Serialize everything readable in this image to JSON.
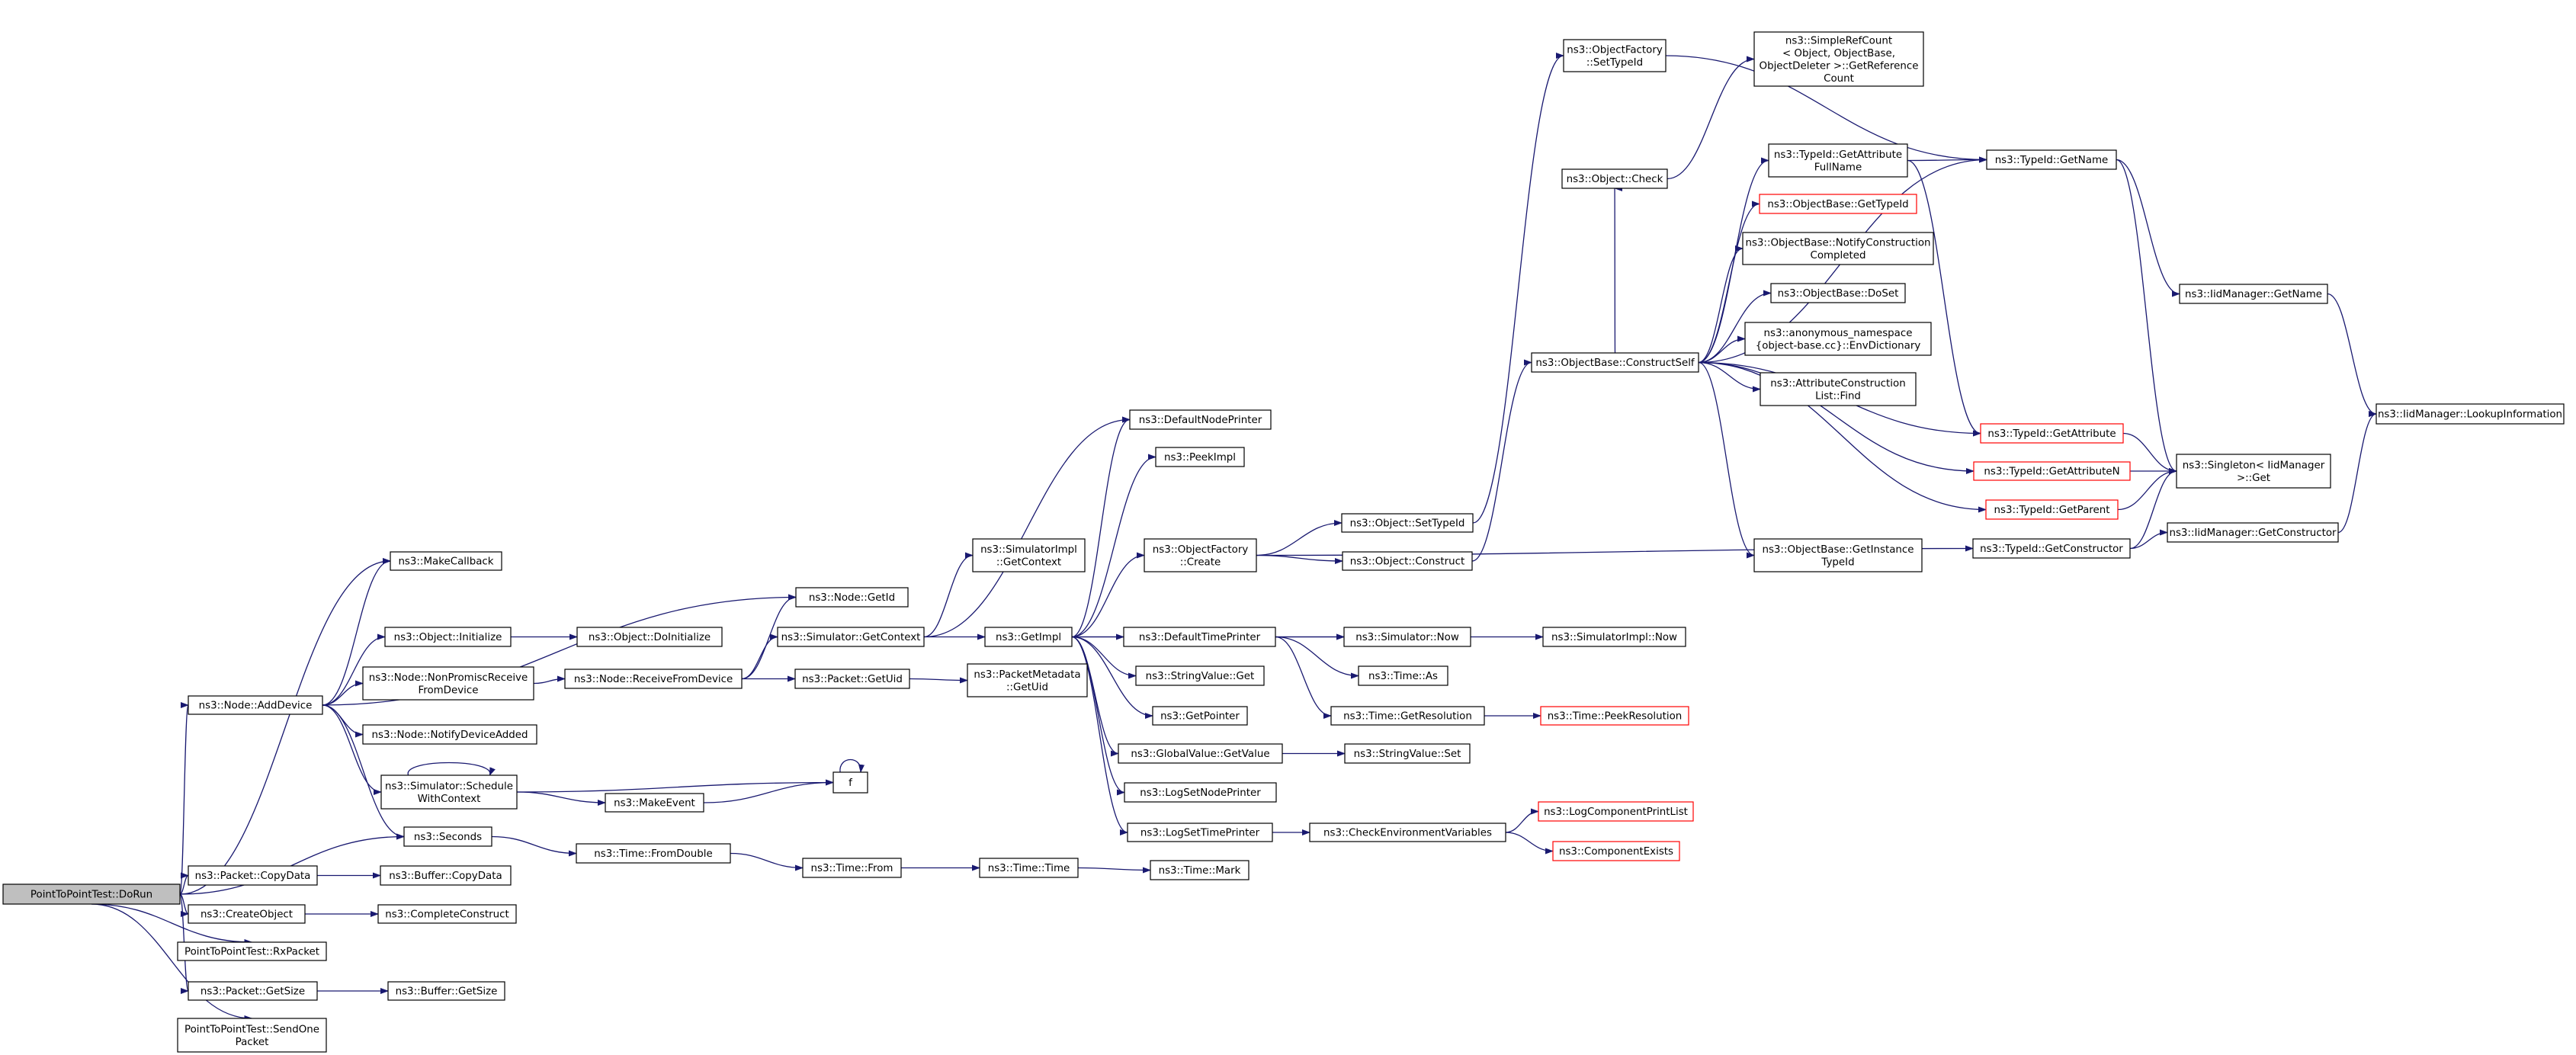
{
  "nodes": [
    {
      "id": "root",
      "lines": [
        "PointToPointTest::DoRun"
      ],
      "style": "root"
    },
    {
      "id": "mc",
      "lines": [
        "ns3::MakeCallback"
      ]
    },
    {
      "id": "ad",
      "lines": [
        "ns3::Node::AddDevice"
      ]
    },
    {
      "id": "sec",
      "lines": [
        "ns3::Seconds"
      ]
    },
    {
      "id": "pcd",
      "lines": [
        "ns3::Packet::CopyData"
      ]
    },
    {
      "id": "co",
      "lines": [
        "ns3::CreateObject"
      ]
    },
    {
      "id": "rx",
      "lines": [
        "PointToPointTest::RxPacket"
      ]
    },
    {
      "id": "pgs",
      "lines": [
        "ns3::Packet::GetSize"
      ]
    },
    {
      "id": "so",
      "lines": [
        "PointToPointTest::SendOne",
        "Packet"
      ]
    },
    {
      "id": "oi",
      "lines": [
        "ns3::Object::Initialize"
      ]
    },
    {
      "id": "nnpr",
      "lines": [
        "ns3::Node::NonPromiscReceive",
        "FromDevice"
      ]
    },
    {
      "id": "nnda",
      "lines": [
        "ns3::Node::NotifyDeviceAdded"
      ]
    },
    {
      "id": "ssc",
      "lines": [
        "ns3::Simulator::Schedule",
        "WithContext"
      ]
    },
    {
      "id": "bcd",
      "lines": [
        "ns3::Buffer::CopyData"
      ]
    },
    {
      "id": "cc",
      "lines": [
        "ns3::CompleteConstruct"
      ]
    },
    {
      "id": "bgs",
      "lines": [
        "ns3::Buffer::GetSize"
      ]
    },
    {
      "id": "ngid",
      "lines": [
        "ns3::Node::GetId"
      ]
    },
    {
      "id": "odi",
      "lines": [
        "ns3::Object::DoInitialize"
      ]
    },
    {
      "id": "nrfd",
      "lines": [
        "ns3::Node::ReceiveFromDevice"
      ]
    },
    {
      "id": "sgc",
      "lines": [
        "ns3::Simulator::GetContext"
      ]
    },
    {
      "id": "pgu",
      "lines": [
        "ns3::Packet::GetUid"
      ]
    },
    {
      "id": "me",
      "lines": [
        "ns3::MakeEvent"
      ]
    },
    {
      "id": "f",
      "lines": [
        "f"
      ]
    },
    {
      "id": "tfd",
      "lines": [
        "ns3::Time::FromDouble"
      ]
    },
    {
      "id": "tf",
      "lines": [
        "ns3::Time::From"
      ]
    },
    {
      "id": "tt",
      "lines": [
        "ns3::Time::Time"
      ]
    },
    {
      "id": "tm",
      "lines": [
        "ns3::Time::Mark"
      ]
    },
    {
      "id": "sigc",
      "lines": [
        "ns3::SimulatorImpl",
        "::GetContext"
      ]
    },
    {
      "id": "pmgu",
      "lines": [
        "ns3::PacketMetadata",
        "::GetUid"
      ]
    },
    {
      "id": "gi",
      "lines": [
        "ns3::GetImpl"
      ]
    },
    {
      "id": "dnp",
      "lines": [
        "ns3::DefaultNodePrinter"
      ]
    },
    {
      "id": "pi",
      "lines": [
        "ns3::PeekImpl"
      ]
    },
    {
      "id": "ofc",
      "lines": [
        "ns3::ObjectFactory",
        "::Create"
      ]
    },
    {
      "id": "dtp",
      "lines": [
        "ns3::DefaultTimePrinter"
      ]
    },
    {
      "id": "svg",
      "lines": [
        "ns3::StringValue::Get"
      ]
    },
    {
      "id": "gp",
      "lines": [
        "ns3::GetPointer"
      ]
    },
    {
      "id": "gvgv",
      "lines": [
        "ns3::GlobalValue::GetValue"
      ]
    },
    {
      "id": "lsnp",
      "lines": [
        "ns3::LogSetNodePrinter"
      ]
    },
    {
      "id": "lstp",
      "lines": [
        "ns3::LogSetTimePrinter"
      ]
    },
    {
      "id": "ost",
      "lines": [
        "ns3::Object::SetTypeId"
      ]
    },
    {
      "id": "oc",
      "lines": [
        "ns3::Object::Construct"
      ]
    },
    {
      "id": "snow",
      "lines": [
        "ns3::Simulator::Now"
      ]
    },
    {
      "id": "tas",
      "lines": [
        "ns3::Time::As"
      ]
    },
    {
      "id": "tgr",
      "lines": [
        "ns3::Time::GetResolution"
      ]
    },
    {
      "id": "svs",
      "lines": [
        "ns3::StringValue::Set"
      ]
    },
    {
      "id": "cev",
      "lines": [
        "ns3::CheckEnvironmentVariables"
      ]
    },
    {
      "id": "ofst",
      "lines": [
        "ns3::ObjectFactory",
        "::SetTypeId"
      ]
    },
    {
      "id": "och",
      "lines": [
        "ns3::Object::Check"
      ]
    },
    {
      "id": "obcs",
      "lines": [
        "ns3::ObjectBase::ConstructSelf"
      ]
    },
    {
      "id": "sinow",
      "lines": [
        "ns3::SimulatorImpl::Now"
      ]
    },
    {
      "id": "tpr",
      "lines": [
        "ns3::Time::PeekResolution"
      ],
      "style": "red"
    },
    {
      "id": "lcpl",
      "lines": [
        "ns3::LogComponentPrintList"
      ],
      "style": "red"
    },
    {
      "id": "cex",
      "lines": [
        "ns3::ComponentExists"
      ],
      "style": "red"
    },
    {
      "id": "tgc",
      "lines": [
        "ns3::TypeId::GetConstructor"
      ]
    },
    {
      "id": "src",
      "lines": [
        "ns3::SimpleRefCount",
        "< Object, ObjectBase,",
        "ObjectDeleter >::GetReference",
        "Count"
      ]
    },
    {
      "id": "tgafn",
      "lines": [
        "ns3::TypeId::GetAttribute",
        "FullName"
      ]
    },
    {
      "id": "obgt",
      "lines": [
        "ns3::ObjectBase::GetTypeId"
      ],
      "style": "red"
    },
    {
      "id": "obnc",
      "lines": [
        "ns3::ObjectBase::NotifyConstruction",
        "Completed"
      ]
    },
    {
      "id": "obds",
      "lines": [
        "ns3::ObjectBase::DoSet"
      ]
    },
    {
      "id": "anon",
      "lines": [
        "ns3::anonymous_namespace",
        "{object-base.cc}::EnvDictionary"
      ]
    },
    {
      "id": "acf",
      "lines": [
        "ns3::AttributeConstruction",
        "List::Find"
      ]
    },
    {
      "id": "obgit",
      "lines": [
        "ns3::ObjectBase::GetInstance",
        "TypeId"
      ]
    },
    {
      "id": "tgn",
      "lines": [
        "ns3::TypeId::GetName"
      ]
    },
    {
      "id": "tga",
      "lines": [
        "ns3::TypeId::GetAttribute"
      ],
      "style": "red"
    },
    {
      "id": "tgan",
      "lines": [
        "ns3::TypeId::GetAttributeN"
      ],
      "style": "red"
    },
    {
      "id": "tgp",
      "lines": [
        "ns3::TypeId::GetParent"
      ],
      "style": "red"
    },
    {
      "id": "iigc",
      "lines": [
        "ns3::IidManager::GetConstructor"
      ]
    },
    {
      "id": "iign",
      "lines": [
        "ns3::IidManager::GetName"
      ]
    },
    {
      "id": "sig",
      "lines": [
        "ns3::Singleton< IidManager",
        ">::Get"
      ]
    },
    {
      "id": "iili",
      "lines": [
        "ns3::IidManager::LookupInformation"
      ]
    }
  ]
}
